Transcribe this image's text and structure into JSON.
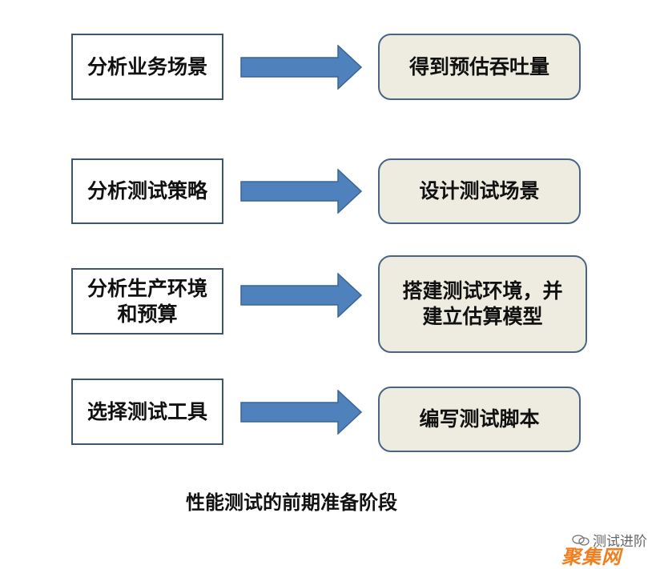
{
  "diagram": {
    "rows": [
      {
        "left": "分析业务场景",
        "right": "得到预估吞吐量"
      },
      {
        "left": "分析测试策略",
        "right": "设计测试场景"
      },
      {
        "left": "分析生产环境\n和预算",
        "right": "搭建测试环境，并\n建立估算模型"
      },
      {
        "left": "选择测试工具",
        "right": "编写测试脚本"
      }
    ],
    "caption": "性能测试的前期准备阶段"
  },
  "watermark": {
    "account": "测试进阶",
    "logo": "聚集网"
  },
  "colors": {
    "arrow_fill": "#4f81bd",
    "arrow_stroke": "#3a6596",
    "right_box_fill": "#eeece1",
    "box_border": "#3d556f",
    "logo": "#f07f1f"
  }
}
